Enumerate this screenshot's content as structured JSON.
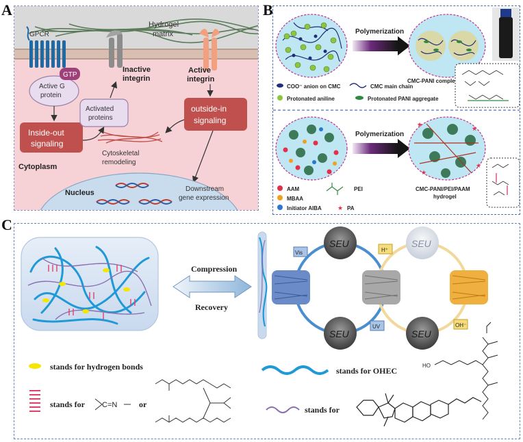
{
  "panels": {
    "a": "A",
    "b": "B",
    "c": "C"
  },
  "panel_a": {
    "gpcr": "GPCR",
    "hydrogel_1": "Hydrogel",
    "hydrogel_2": "matrix",
    "gtp": "GTP",
    "g_protein_1": "Active G",
    "g_protein_2": "protein",
    "inactive_1": "Inactive",
    "inactive_2": "integrin",
    "active_1": "Active",
    "active_2": "integrin",
    "activated_1": "Activated",
    "activated_2": "proteins",
    "inside_out_1": "Inside-out",
    "inside_out_2": "signaling",
    "outside_in_1": "outside-in",
    "outside_in_2": "signaling",
    "cyto_1": "Cytoskeletal",
    "cyto_2": "remodeling",
    "cytoplasm": "Cytoplasm",
    "nucleus": "Nucleus",
    "downstream_1": "Downstream",
    "downstream_2": "gene expression",
    "colors": {
      "cell": "#f6d2d6",
      "membrane": "#caa99a",
      "box": "#c0504d",
      "purple_box": "#e8d7ee"
    }
  },
  "panel_b": {
    "polymerization_top": "Polymerization",
    "complex_label": "CMC-PANI complex",
    "legend_top": [
      {
        "id": "coo",
        "text": "COO⁻ anion on CMC"
      },
      {
        "id": "chain",
        "text": "CMC main chain"
      },
      {
        "id": "aniline",
        "text": "Protonated aniline"
      },
      {
        "id": "aggregate",
        "text": "Protonated PANI aggregate"
      }
    ],
    "polymerization_bottom": "Polymerization",
    "legend_bottom": [
      {
        "id": "aam",
        "text": "AAM"
      },
      {
        "id": "pei",
        "text": "PEI"
      },
      {
        "id": "mbaa",
        "text": "MBAA"
      },
      {
        "id": "aiba",
        "text": "Initiator AIBA"
      },
      {
        "id": "pa",
        "text": "PA"
      }
    ],
    "product_1": "CMC-PANI/PEI/PAAM",
    "product_2": "hydrogel"
  },
  "panel_c": {
    "compression": "Compression",
    "recovery": "Recovery",
    "seu": "SEU",
    "vis": "Vis",
    "uv": "UV",
    "hplus": "H⁺",
    "oh": "OH⁻",
    "legend_hbond": "stands for hydrogen bonds",
    "legend_ohec": "stands for OHEC",
    "legend_cross": "stands for",
    "or": "or",
    "legend_sp": "stands for",
    "imine": "C=N",
    "ho": "HO"
  }
}
